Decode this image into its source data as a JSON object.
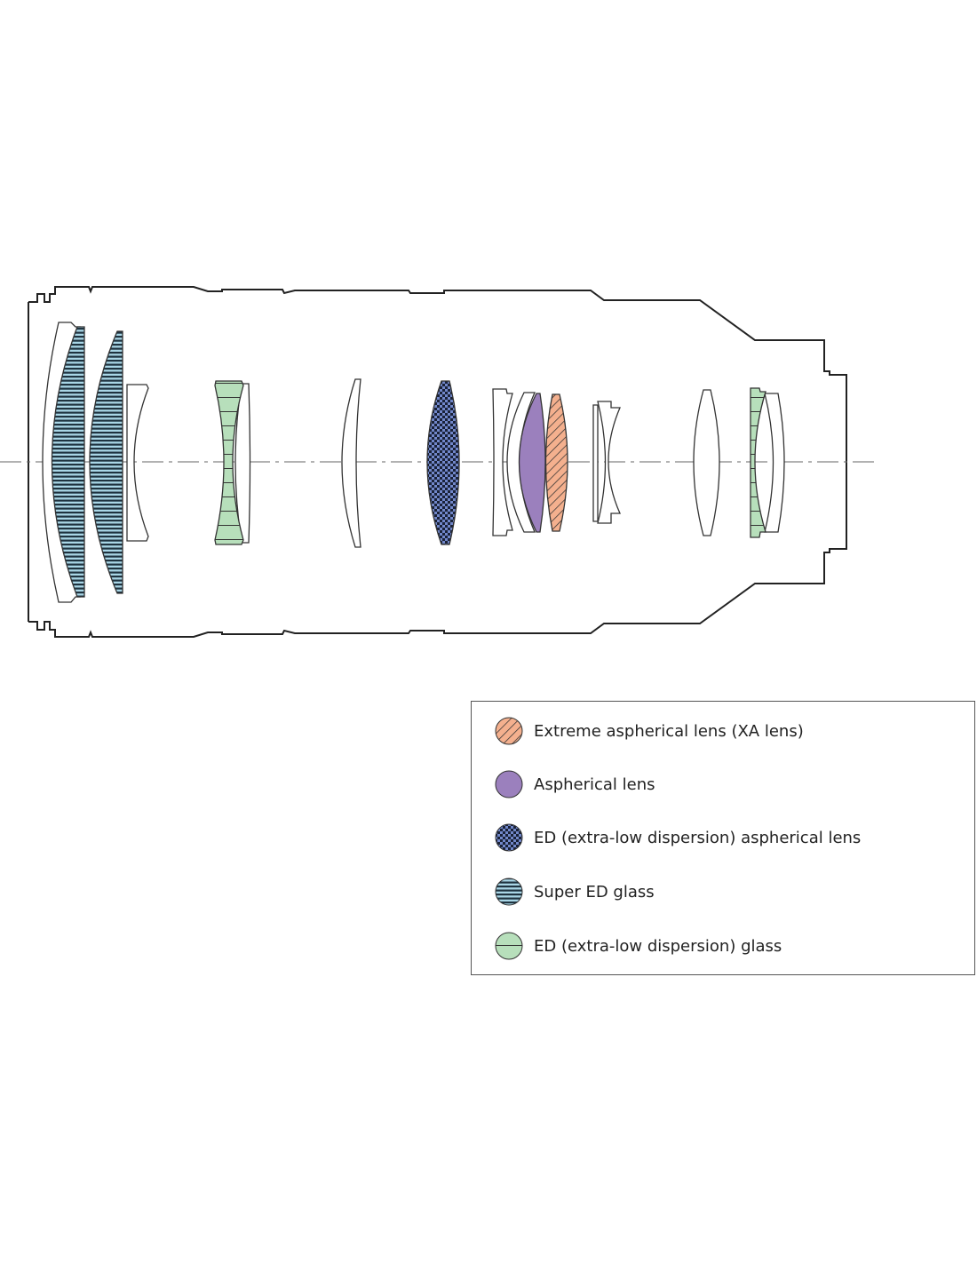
{
  "diagram": {
    "title": "Lens construction diagram",
    "colors": {
      "xa": "#f4b08e",
      "aspherical": "#9b80bd",
      "ed_aspherical": "#7187c9",
      "super_ed": "#a9d6e6",
      "ed": "#b7dfbb",
      "outline": "#222222"
    }
  },
  "legend": {
    "items": [
      {
        "label": "Extreme aspherical lens (XA lens)",
        "pattern": "xa"
      },
      {
        "label": "Aspherical lens",
        "pattern": "aspherical"
      },
      {
        "label": "ED (extra-low dispersion) aspherical lens",
        "pattern": "ed_aspherical"
      },
      {
        "label": "Super ED glass",
        "pattern": "super_ed"
      },
      {
        "label": "ED (extra-low dispersion) glass",
        "pattern": "ed"
      }
    ]
  }
}
